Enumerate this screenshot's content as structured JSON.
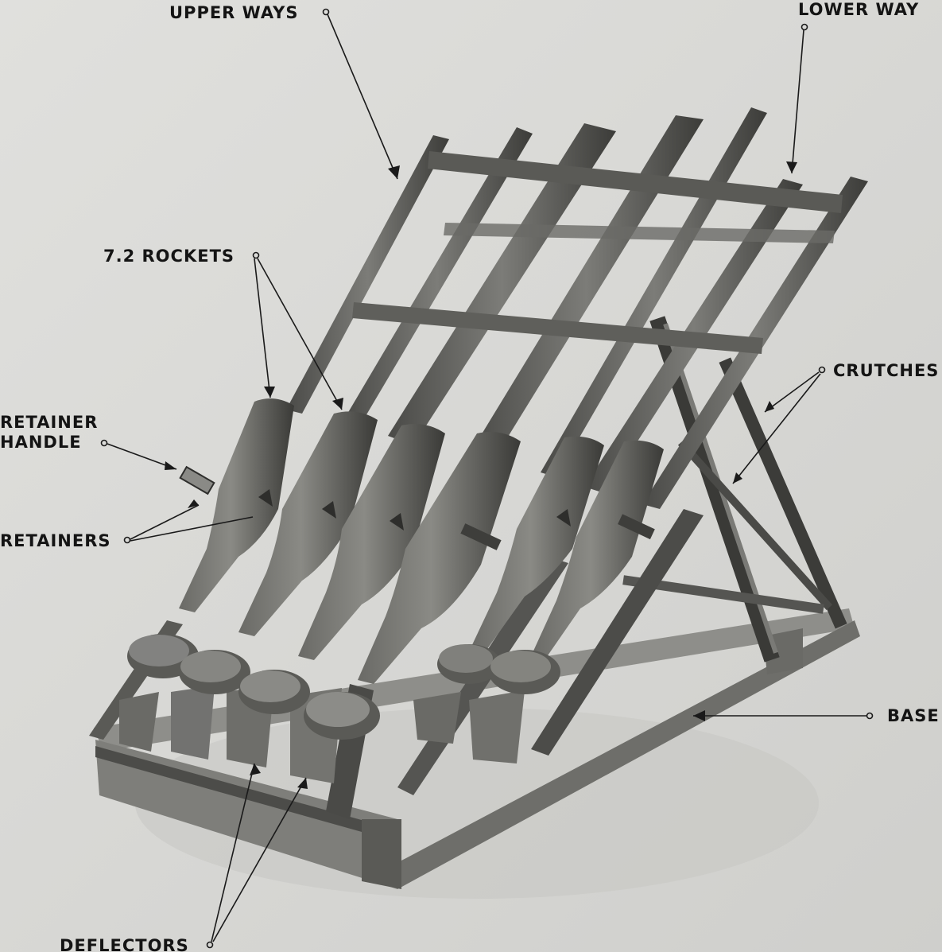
{
  "callouts": {
    "upper_ways": "UPPER WAYS",
    "lower_ways": "LOWER WAY",
    "rockets": "7.2 ROCKETS",
    "crutches": "CRUTCHES",
    "retainer_handle_line1": "RETAINER",
    "retainer_handle_line2": "HANDLE",
    "retainers": "RETAINERS",
    "base": "BASE",
    "deflectors": "DEFLECTORS"
  },
  "colors": {
    "background": "#d8d8d5",
    "metal_light": "#7a7a76",
    "metal_mid": "#5e5e5a",
    "metal_dark": "#2c2c2a",
    "label_ink": "#141414"
  }
}
